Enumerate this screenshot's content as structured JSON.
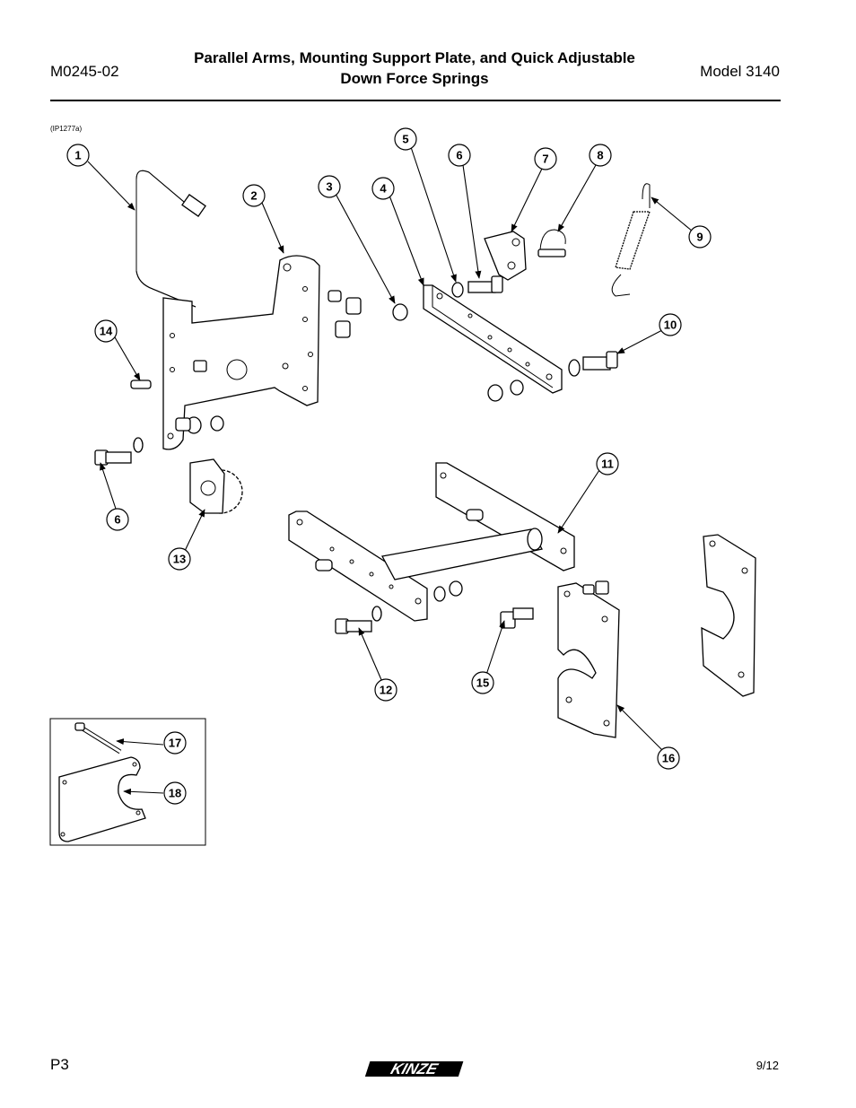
{
  "header": {
    "doc_number": "M0245-02",
    "title_line1": "Parallel Arms, Mounting Support Plate, and Quick Adjustable",
    "title_line2": "Down Force Springs",
    "model": "Model 3140"
  },
  "figure": {
    "id": "(IP1277a)",
    "callouts": [
      "1",
      "2",
      "3",
      "4",
      "5",
      "6",
      "7",
      "8",
      "9",
      "10",
      "11",
      "12",
      "13",
      "14",
      "6",
      "15",
      "16",
      "17",
      "18"
    ]
  },
  "footer": {
    "page": "P3",
    "date": "9/12",
    "logo": "KINZE"
  }
}
